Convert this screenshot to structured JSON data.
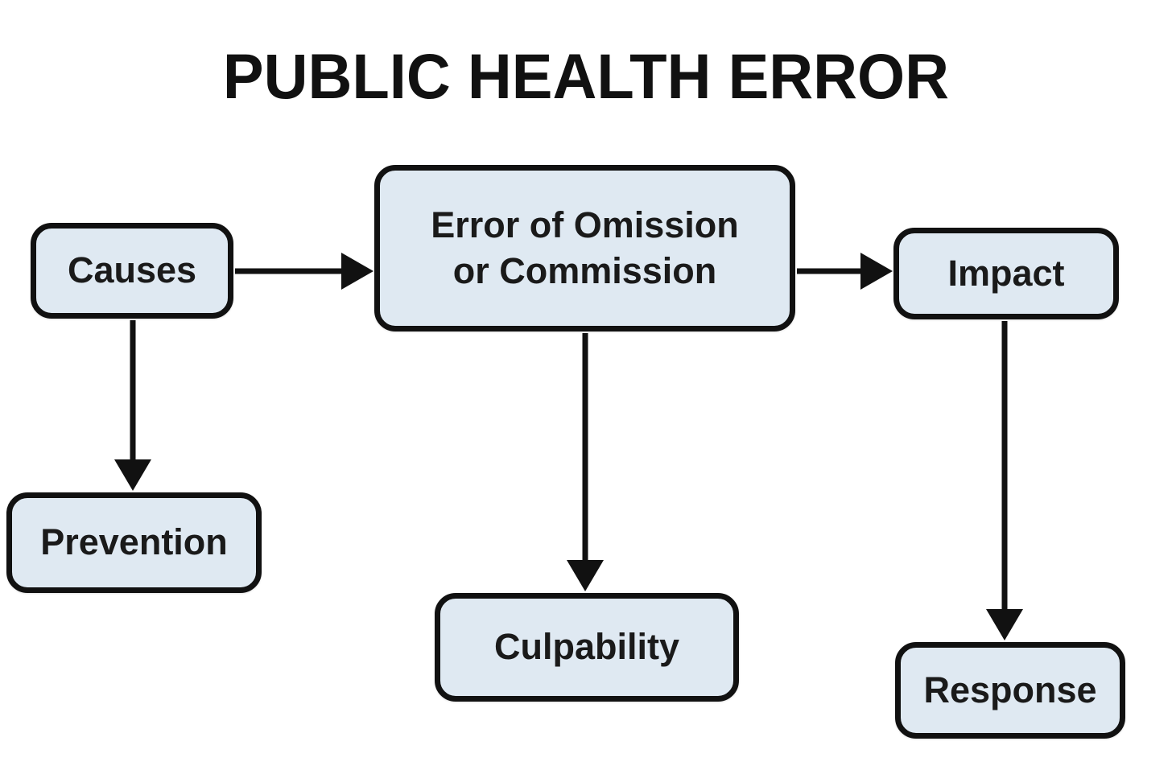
{
  "title": "PUBLIC HEALTH ERROR",
  "nodes": {
    "causes": {
      "label": "Causes"
    },
    "error": {
      "label_line1": "Error of Omission",
      "label_line2": "or Commission"
    },
    "impact": {
      "label": "Impact"
    },
    "prevention": {
      "label": "Prevention"
    },
    "culpability": {
      "label": "Culpability"
    },
    "response": {
      "label": "Response"
    }
  },
  "edges": [
    {
      "from": "Causes",
      "to": "Error of Omission or Commission",
      "direction": "right"
    },
    {
      "from": "Error of Omission or Commission",
      "to": "Impact",
      "direction": "right"
    },
    {
      "from": "Causes",
      "to": "Prevention",
      "direction": "down"
    },
    {
      "from": "Error of Omission or Commission",
      "to": "Culpability",
      "direction": "down"
    },
    {
      "from": "Impact",
      "to": "Response",
      "direction": "down"
    }
  ],
  "colors": {
    "background": "#ffffff",
    "node_fill": "#dfe9f2",
    "node_border": "#111111",
    "arrow": "#111111",
    "text": "#1a1a1a"
  }
}
